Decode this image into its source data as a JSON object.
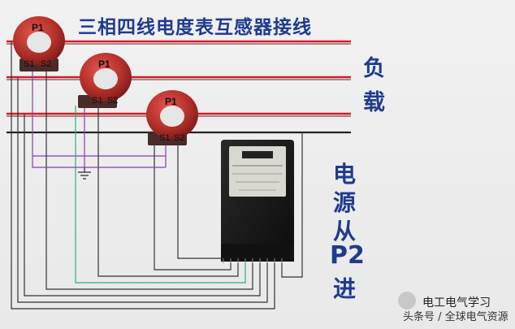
{
  "title": "三相四线电度表互感器接线",
  "load_label": [
    "负",
    "载"
  ],
  "source_label": [
    "电",
    "源",
    "从",
    "P2",
    "进"
  ],
  "ct": {
    "p1": "P1",
    "s1": "S1",
    "s2": "S2"
  },
  "watermark": {
    "line1": "电工电气学习",
    "line2": "头条号 / 全球电气资源"
  },
  "colors": {
    "busbar": "#d01c2a",
    "neutral": "#222222",
    "ct_core": "#b9312c",
    "text_blue": "#1f3b8f",
    "wire_purple": "#8a3bb0",
    "wire_green": "#2fae7a",
    "meter_body": "#1b1b1b"
  }
}
